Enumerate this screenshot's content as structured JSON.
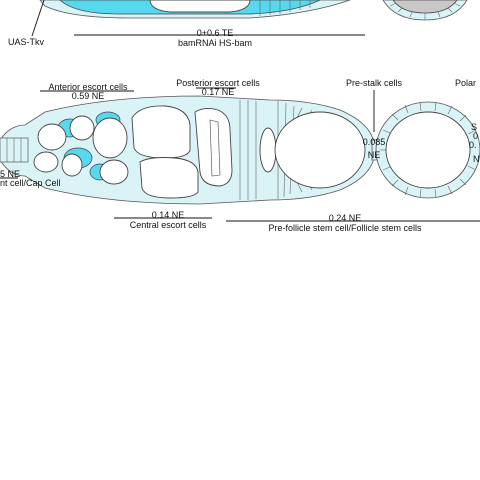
{
  "labels": {
    "uas_tkv": "UAS-Tkv",
    "top_value": "0+0.6 TE",
    "bamrnai": "bamRNAi HS-bam",
    "anterior_escort": "Anterior escort cells",
    "anterior_value": "0.59 NE",
    "posterior_escort": "Posterior escort cells",
    "posterior_value": "0.17 NE",
    "pre_stalk": "Pre-stalk cells",
    "pre_stalk_value_a": "0.085",
    "pre_stalk_value_b": "NE",
    "polar_partial": "Polar",
    "right_partial_1": "S",
    "right_partial_2": "0",
    "right_partial_3": "0.",
    "right_partial_4": "N",
    "left_value_partial": "5 NE",
    "cap_cell_partial": "nt cell/Cap Cell",
    "central_value": "0.14 NE",
    "central_escort": "Central escort cells",
    "follicle_value": "0.24 NE",
    "follicle_label": "Pre-follicle stem cell/Follicle stem cells"
  },
  "colors": {
    "cell_fill": "#d9f3f7",
    "cyan": "#56d8ef",
    "gray_oocyte": "#c8c8c8",
    "outline": "#444444"
  }
}
